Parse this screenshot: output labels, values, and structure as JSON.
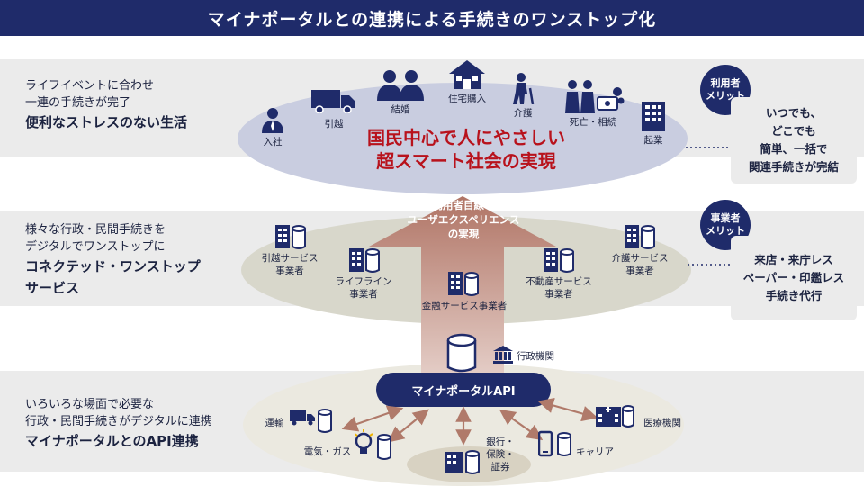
{
  "title": "マイナポータルとの連携による手続きのワンストップ化",
  "bands": [
    {
      "line1": "ライフイベントに合わせ",
      "line2": "一連の手続きが完了",
      "bold1": "便利なストレスのない生活",
      "bold2": ""
    },
    {
      "line1": "様々な行政・民間手続きを",
      "line2": "デジタルでワンストップに",
      "bold1": "コネクテッド・ワンストップ",
      "bold2": "サービス"
    },
    {
      "line1": "いろいろな場面で必要な",
      "line2": "行政・民間手続きがデジタルに連携",
      "bold1": "マイナポータルとのAPI連携",
      "bold2": ""
    }
  ],
  "life_events": [
    "入社",
    "引越",
    "結婚",
    "住宅購入",
    "介護",
    "死亡・相続",
    "起業"
  ],
  "core_message": {
    "line1": "国民中心で人にやさしい",
    "line2": "超スマート社会の実現"
  },
  "arrow_text": {
    "line1": "利用者目線の",
    "line2": "ユーザエクスペリエンス",
    "line3": "の実現"
  },
  "providers": {
    "moving": {
      "line1": "引越サービス",
      "line2": "事業者"
    },
    "lifeline": {
      "line1": "ライフライン",
      "line2": "事業者"
    },
    "finance": "金融サービス事業者",
    "realestate": {
      "line1": "不動産サービス",
      "line2": "事業者"
    },
    "care": {
      "line1": "介護サービス",
      "line2": "事業者"
    }
  },
  "api": {
    "center": "マイナポータルAPI",
    "gov": "行政機関",
    "transport": "運輸",
    "energy": "電気・ガス",
    "bank": {
      "line1": "銀行・",
      "line2": "保険・",
      "line3": "証券"
    },
    "carrier": "キャリア",
    "medical": "医療機関"
  },
  "user_merit": {
    "badge1": "利用者",
    "badge2": "メリット",
    "line1": "いつでも、",
    "line2": "どこでも",
    "line3": "簡単、一括で",
    "line4": "関連手続きが完結"
  },
  "biz_merit": {
    "badge1": "事業者",
    "badge2": "メリット",
    "line1": "来店・来庁レス",
    "line2": "ペーパー・印鑑レス",
    "line3": "手続き代行"
  },
  "colors": {
    "navy": "#1f2b6a",
    "red": "#b8121c",
    "arrow": "#b98478",
    "ellipse1": "#c9cde0",
    "ellipse2": "#d8d7cb"
  }
}
